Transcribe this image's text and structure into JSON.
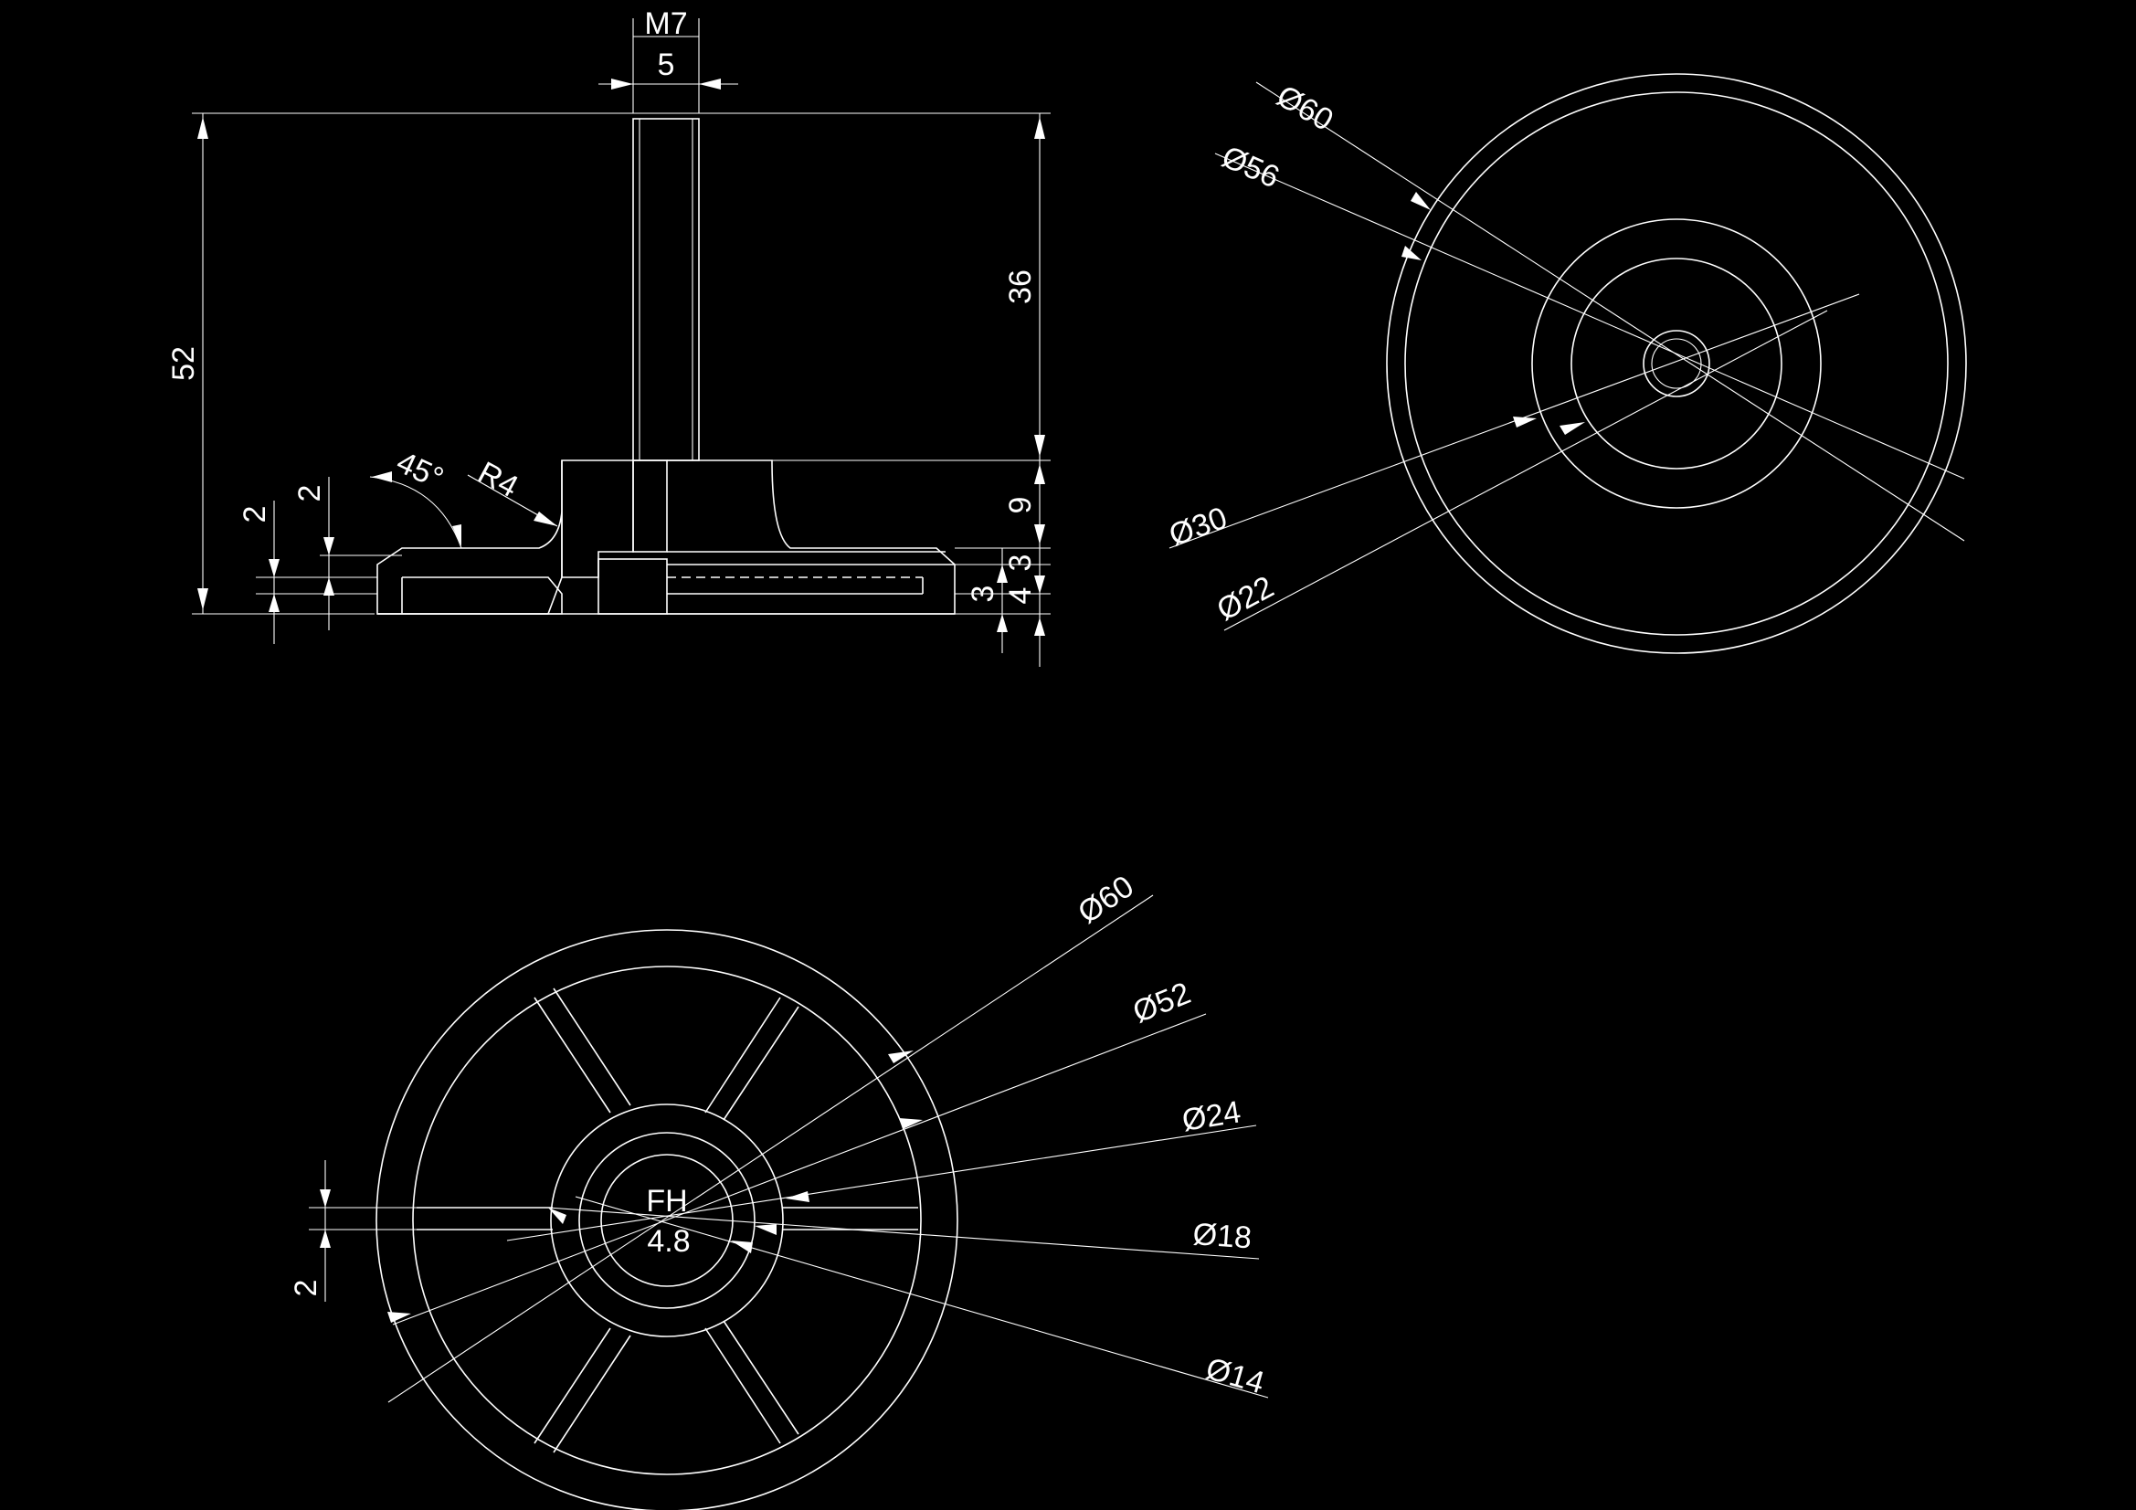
{
  "colors": {
    "background": "#000000",
    "line": "#ffffff"
  },
  "side_view": {
    "thread": "M7",
    "stem_width": "5",
    "overall_height": "52",
    "stem_height": "36",
    "base_height": "9",
    "step_a": "3",
    "step_b": "4",
    "step_c": "3",
    "chamfer_angle": "45°",
    "fillet_radius": "R4",
    "lip_height": "2",
    "edge_height": "2"
  },
  "top_view": {
    "outer_diameter": "Ø60",
    "rim_diameter": "Ø56",
    "hub_diameter": "Ø30",
    "inner_diameter": "Ø22"
  },
  "bottom_view": {
    "outer_diameter": "Ø60",
    "rim_diameter": "Ø52",
    "hub_diameter": "Ø24",
    "pad_diameter": "Ø18",
    "insert_diameter": "Ø14",
    "rib_width": "2",
    "material_code": "FH",
    "material_value": "4.8"
  }
}
